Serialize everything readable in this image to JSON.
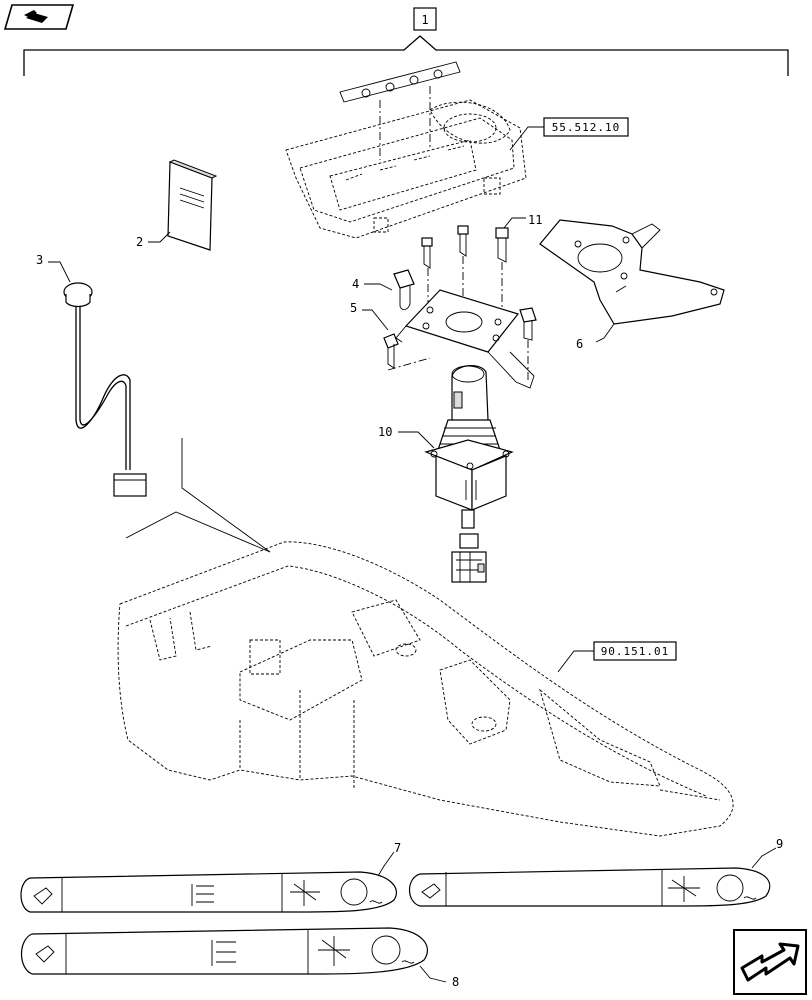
{
  "nav": {
    "top_icon": "back-arrow-icon",
    "bottom_icon": "forward-arrow-icon"
  },
  "assembly_label": "1",
  "references": {
    "ref_a": "55.512.10",
    "ref_b": "90.151.01"
  },
  "callouts": {
    "c2": "2",
    "c3": "3",
    "c4": "4",
    "c5": "5",
    "c6": "6",
    "c7": "7",
    "c8": "8",
    "c9": "9",
    "c10": "10",
    "c11": "11"
  },
  "colors": {
    "line": "#000000",
    "background": "#ffffff"
  }
}
